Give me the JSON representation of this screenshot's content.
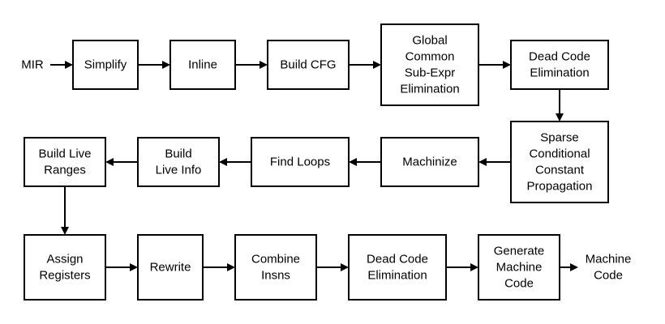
{
  "diagram": {
    "nodes": [
      {
        "id": "input",
        "lines": [
          "MIR"
        ],
        "boxed": false
      },
      {
        "id": "simplify",
        "lines": [
          "Simplify"
        ],
        "boxed": true
      },
      {
        "id": "inline",
        "lines": [
          "Inline"
        ],
        "boxed": true
      },
      {
        "id": "build_cfg",
        "lines": [
          "Build CFG"
        ],
        "boxed": true
      },
      {
        "id": "gcse",
        "lines": [
          "Global",
          "Common",
          "Sub-Expr",
          "Elimination"
        ],
        "boxed": true
      },
      {
        "id": "dce1",
        "lines": [
          "Dead Code",
          "Elimination"
        ],
        "boxed": true
      },
      {
        "id": "sccp",
        "lines": [
          "Sparse",
          "Conditional",
          "Constant",
          "Propagation"
        ],
        "boxed": true
      },
      {
        "id": "machinize",
        "lines": [
          "Machinize"
        ],
        "boxed": true
      },
      {
        "id": "find_loops",
        "lines": [
          "Find Loops"
        ],
        "boxed": true
      },
      {
        "id": "build_live_info",
        "lines": [
          "Build",
          "Live Info"
        ],
        "boxed": true
      },
      {
        "id": "build_live_ranges",
        "lines": [
          "Build Live",
          "Ranges"
        ],
        "boxed": true
      },
      {
        "id": "assign_registers",
        "lines": [
          "Assign",
          "Registers"
        ],
        "boxed": true
      },
      {
        "id": "rewrite",
        "lines": [
          "Rewrite"
        ],
        "boxed": true
      },
      {
        "id": "combine_insns",
        "lines": [
          "Combine",
          "Insns"
        ],
        "boxed": true
      },
      {
        "id": "dce2",
        "lines": [
          "Dead Code",
          "Elimination"
        ],
        "boxed": true
      },
      {
        "id": "gen_code",
        "lines": [
          "Generate",
          "Machine",
          "Code"
        ],
        "boxed": true
      },
      {
        "id": "output",
        "lines": [
          "Machine",
          "Code"
        ],
        "boxed": false
      }
    ],
    "edges": [
      {
        "from": "input",
        "to": "simplify"
      },
      {
        "from": "simplify",
        "to": "inline"
      },
      {
        "from": "inline",
        "to": "build_cfg"
      },
      {
        "from": "build_cfg",
        "to": "gcse"
      },
      {
        "from": "gcse",
        "to": "dce1"
      },
      {
        "from": "dce1",
        "to": "sccp"
      },
      {
        "from": "sccp",
        "to": "machinize"
      },
      {
        "from": "machinize",
        "to": "find_loops"
      },
      {
        "from": "find_loops",
        "to": "build_live_info"
      },
      {
        "from": "build_live_info",
        "to": "build_live_ranges"
      },
      {
        "from": "build_live_ranges",
        "to": "assign_registers"
      },
      {
        "from": "assign_registers",
        "to": "rewrite"
      },
      {
        "from": "rewrite",
        "to": "combine_insns"
      },
      {
        "from": "combine_insns",
        "to": "dce2"
      },
      {
        "from": "dce2",
        "to": "gen_code"
      },
      {
        "from": "gen_code",
        "to": "output"
      }
    ]
  }
}
